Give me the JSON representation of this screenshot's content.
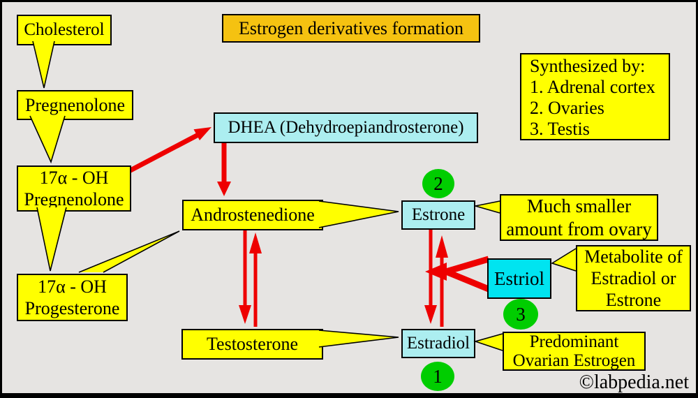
{
  "title": "Estrogen derivatives formation",
  "watermark": "©labpedia.net",
  "legend": {
    "lines": [
      "Synthesized by:",
      "1. Adrenal cortex",
      "2. Ovaries",
      "3. Testis"
    ]
  },
  "nodes": {
    "cholesterol": "Cholesterol",
    "pregnenolone": "Pregnenolone",
    "oh_pregnenolone": "17α - OH\nPregnenolone",
    "oh_progesterone": "17α - OH\nProgesterone",
    "dhea": "DHEA (Dehydroepiandrosterone)",
    "androstenedione": "Androstenedione",
    "testosterone": "Testosterone",
    "estrone": "Estrone",
    "estradiol": "Estradiol",
    "estriol": "Estriol"
  },
  "annotations": {
    "estrone_note": "Much smaller\namount from ovary",
    "estriol_note": "Metabolite of\nEstradiol or\nEstrone",
    "estradiol_note": "Predominant\nOvarian Estrogen"
  },
  "badges": {
    "estradiol": "1",
    "estrone": "2",
    "estriol": "3"
  },
  "colors": {
    "background": "#e6e4e2",
    "node_yellow": "#ffff00",
    "cyan_light": "#aceef0",
    "cyan_bright": "#00e4f0",
    "title_gold": "#f5c211",
    "badge_green": "#00cd00",
    "arrow_red": "#ee0000",
    "outline": "#000000"
  }
}
